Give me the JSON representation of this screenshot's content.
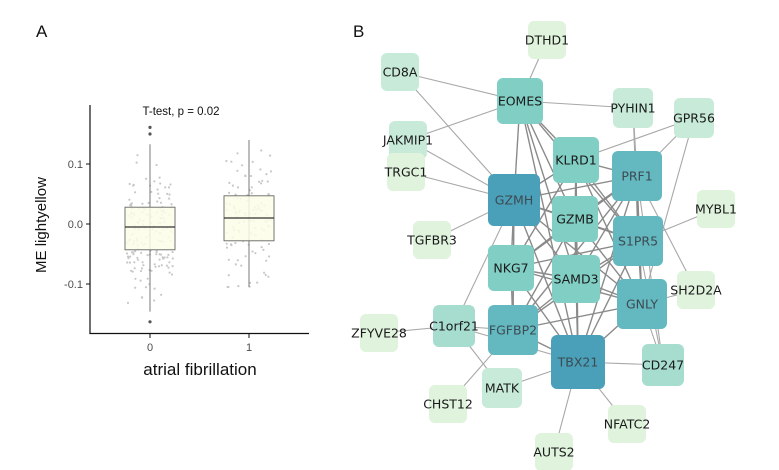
{
  "panels": {
    "a_label": "A",
    "b_label": "B"
  },
  "chart_data": [
    {
      "type": "box",
      "title": "",
      "annotation": "T-test, p = 0.02",
      "xlabel": "atrial fibrillation",
      "ylabel": "ME lightyellow",
      "categories": [
        "0",
        "1"
      ],
      "yticks": [
        -0.1,
        0.0,
        0.1
      ],
      "ytick_labels": [
        "-0.1",
        "0.0",
        "0.1"
      ],
      "ylim": [
        -0.18,
        0.18
      ],
      "grid": false,
      "box_fill": "#fdfde8",
      "boxes": [
        {
          "category": "0",
          "q1": -0.043,
          "median": -0.005,
          "q3": 0.028,
          "whisker_low": -0.146,
          "whisker_high": 0.133,
          "outliers": [
            0.161,
            0.15,
            -0.163
          ]
        },
        {
          "category": "1",
          "q1": -0.028,
          "median": 0.01,
          "q3": 0.047,
          "whisker_low": -0.105,
          "whisker_high": 0.14,
          "outliers": []
        }
      ],
      "jitter_points_note": "grey jittered individual sample points overlaid on each box"
    },
    {
      "type": "network",
      "nodes": [
        {
          "id": "DTHD1",
          "shade": 0
        },
        {
          "id": "CD8A",
          "shade": 1
        },
        {
          "id": "EOMES",
          "shade": 3
        },
        {
          "id": "PYHIN1",
          "shade": 1
        },
        {
          "id": "GPR56",
          "shade": 1
        },
        {
          "id": "JAKMIP1",
          "shade": 1
        },
        {
          "id": "KLRD1",
          "shade": 3
        },
        {
          "id": "PRF1",
          "shade": 4
        },
        {
          "id": "TRGC1",
          "shade": 0
        },
        {
          "id": "GZMH",
          "shade": 5
        },
        {
          "id": "GZMB",
          "shade": 3
        },
        {
          "id": "MYBL1",
          "shade": 0
        },
        {
          "id": "TGFBR3",
          "shade": 0
        },
        {
          "id": "S1PR5",
          "shade": 4
        },
        {
          "id": "NKG7",
          "shade": 3
        },
        {
          "id": "SAMD3",
          "shade": 3
        },
        {
          "id": "SH2D2A",
          "shade": 0
        },
        {
          "id": "GNLY",
          "shade": 4
        },
        {
          "id": "ZFYVE28",
          "shade": 0
        },
        {
          "id": "C1orf21",
          "shade": 2
        },
        {
          "id": "FGFBP2",
          "shade": 4
        },
        {
          "id": "TBX21",
          "shade": 5
        },
        {
          "id": "CD247",
          "shade": 2
        },
        {
          "id": "MATK",
          "shade": 1
        },
        {
          "id": "CHST12",
          "shade": 0
        },
        {
          "id": "NFATC2",
          "shade": 0
        },
        {
          "id": "AUTS2",
          "shade": 0
        }
      ],
      "shade_colors": [
        "#dff3dd",
        "#c8ead9",
        "#a6ddcf",
        "#80cec4",
        "#64b8c0",
        "#4aa0b8"
      ],
      "edges": [
        [
          "DTHD1",
          "EOMES"
        ],
        [
          "CD8A",
          "EOMES"
        ],
        [
          "CD8A",
          "GZMH"
        ],
        [
          "EOMES",
          "PYHIN1"
        ],
        [
          "EOMES",
          "JAKMIP1"
        ],
        [
          "EOMES",
          "KLRD1"
        ],
        [
          "EOMES",
          "GZMH"
        ],
        [
          "EOMES",
          "GZMB"
        ],
        [
          "EOMES",
          "SAMD3"
        ],
        [
          "EOMES",
          "TBX21"
        ],
        [
          "EOMES",
          "S1PR5"
        ],
        [
          "PYHIN1",
          "PRF1"
        ],
        [
          "PYHIN1",
          "S1PR5"
        ],
        [
          "GPR56",
          "KLRD1"
        ],
        [
          "GPR56",
          "PRF1"
        ],
        [
          "GPR56",
          "GNLY"
        ],
        [
          "JAKMIP1",
          "GZMH"
        ],
        [
          "TRGC1",
          "GZMH"
        ],
        [
          "TGFBR3",
          "GZMH"
        ],
        [
          "MYBL1",
          "S1PR5"
        ],
        [
          "SH2D2A",
          "GNLY"
        ],
        [
          "SH2D2A",
          "PRF1"
        ],
        [
          "KLRD1",
          "GZMH"
        ],
        [
          "KLRD1",
          "PRF1"
        ],
        [
          "KLRD1",
          "GZMB"
        ],
        [
          "KLRD1",
          "SAMD3"
        ],
        [
          "KLRD1",
          "NKG7"
        ],
        [
          "KLRD1",
          "S1PR5"
        ],
        [
          "KLRD1",
          "TBX21"
        ],
        [
          "KLRD1",
          "GNLY"
        ],
        [
          "PRF1",
          "GZMH"
        ],
        [
          "PRF1",
          "GZMB"
        ],
        [
          "PRF1",
          "S1PR5"
        ],
        [
          "PRF1",
          "SAMD3"
        ],
        [
          "PRF1",
          "NKG7"
        ],
        [
          "PRF1",
          "FGFBP2"
        ],
        [
          "PRF1",
          "TBX21"
        ],
        [
          "PRF1",
          "GNLY"
        ],
        [
          "PRF1",
          "CD247"
        ],
        [
          "GZMH",
          "GZMB"
        ],
        [
          "GZMH",
          "NKG7"
        ],
        [
          "GZMH",
          "SAMD3"
        ],
        [
          "GZMH",
          "FGFBP2"
        ],
        [
          "GZMH",
          "TBX21"
        ],
        [
          "GZMH",
          "S1PR5"
        ],
        [
          "GZMH",
          "GNLY"
        ],
        [
          "GZMH",
          "C1orf21"
        ],
        [
          "GZMB",
          "S1PR5"
        ],
        [
          "GZMB",
          "NKG7"
        ],
        [
          "GZMB",
          "SAMD3"
        ],
        [
          "GZMB",
          "GNLY"
        ],
        [
          "GZMB",
          "TBX21"
        ],
        [
          "GZMB",
          "FGFBP2"
        ],
        [
          "S1PR5",
          "SAMD3"
        ],
        [
          "S1PR5",
          "NKG7"
        ],
        [
          "S1PR5",
          "GNLY"
        ],
        [
          "S1PR5",
          "TBX21"
        ],
        [
          "S1PR5",
          "FGFBP2"
        ],
        [
          "S1PR5",
          "CD247"
        ],
        [
          "NKG7",
          "SAMD3"
        ],
        [
          "NKG7",
          "FGFBP2"
        ],
        [
          "NKG7",
          "TBX21"
        ],
        [
          "NKG7",
          "GNLY"
        ],
        [
          "SAMD3",
          "GNLY"
        ],
        [
          "SAMD3",
          "TBX21"
        ],
        [
          "SAMD3",
          "FGFBP2"
        ],
        [
          "GNLY",
          "TBX21"
        ],
        [
          "GNLY",
          "FGFBP2"
        ],
        [
          "GNLY",
          "CD247"
        ],
        [
          "FGFBP2",
          "TBX21"
        ],
        [
          "FGFBP2",
          "C1orf21"
        ],
        [
          "FGFBP2",
          "CHST12"
        ],
        [
          "C1orf21",
          "ZFYVE28"
        ],
        [
          "C1orf21",
          "TBX21"
        ],
        [
          "C1orf21",
          "MATK"
        ],
        [
          "TBX21",
          "MATK"
        ],
        [
          "TBX21",
          "CD247"
        ],
        [
          "TBX21",
          "AUTS2"
        ],
        [
          "TBX21",
          "NFATC2"
        ]
      ]
    }
  ]
}
